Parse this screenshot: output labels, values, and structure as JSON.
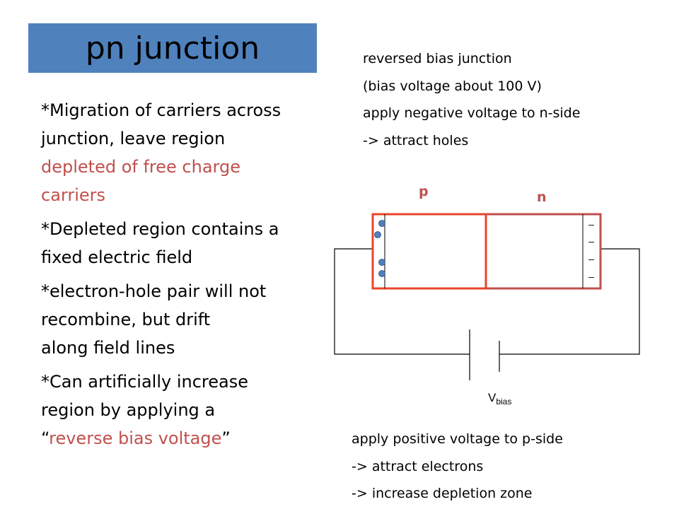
{
  "title": "pn junction",
  "bullets": [
    {
      "lines": [
        "*Migration of carriers across",
        "junction, leave region"
      ],
      "red_lines": [
        "depleted of free charge",
        "carriers"
      ]
    },
    {
      "lines": [
        "*Depleted region contains a",
        "fixed electric field"
      ]
    },
    {
      "lines": [
        "*electron-hole pair will not",
        "recombine, but drift",
        "along field lines"
      ]
    },
    {
      "lines": [
        "*Can artificially increase",
        "region by applying a"
      ],
      "quote_open": "“",
      "red_phrase": "reverse bias voltage",
      "quote_close": "”"
    }
  ],
  "notes_top": [
    "reversed bias junction",
    "(bias voltage about 100 V)",
    "apply negative voltage to n-side",
    "-> attract holes"
  ],
  "notes_bottom": [
    "apply positive voltage to p-side",
    "-> attract electrons",
    "-> increase depletion zone"
  ],
  "diagram": {
    "p_label": "p",
    "n_label": "n",
    "voltage_label": "V",
    "voltage_subscript": "bias",
    "minus_sign": "–",
    "hole_count": 4,
    "electron_count": 4,
    "colors": {
      "p_region": "#e8452c",
      "n_region": "#c0504d",
      "hole": "#4f81bd",
      "wire": "#000000"
    }
  }
}
